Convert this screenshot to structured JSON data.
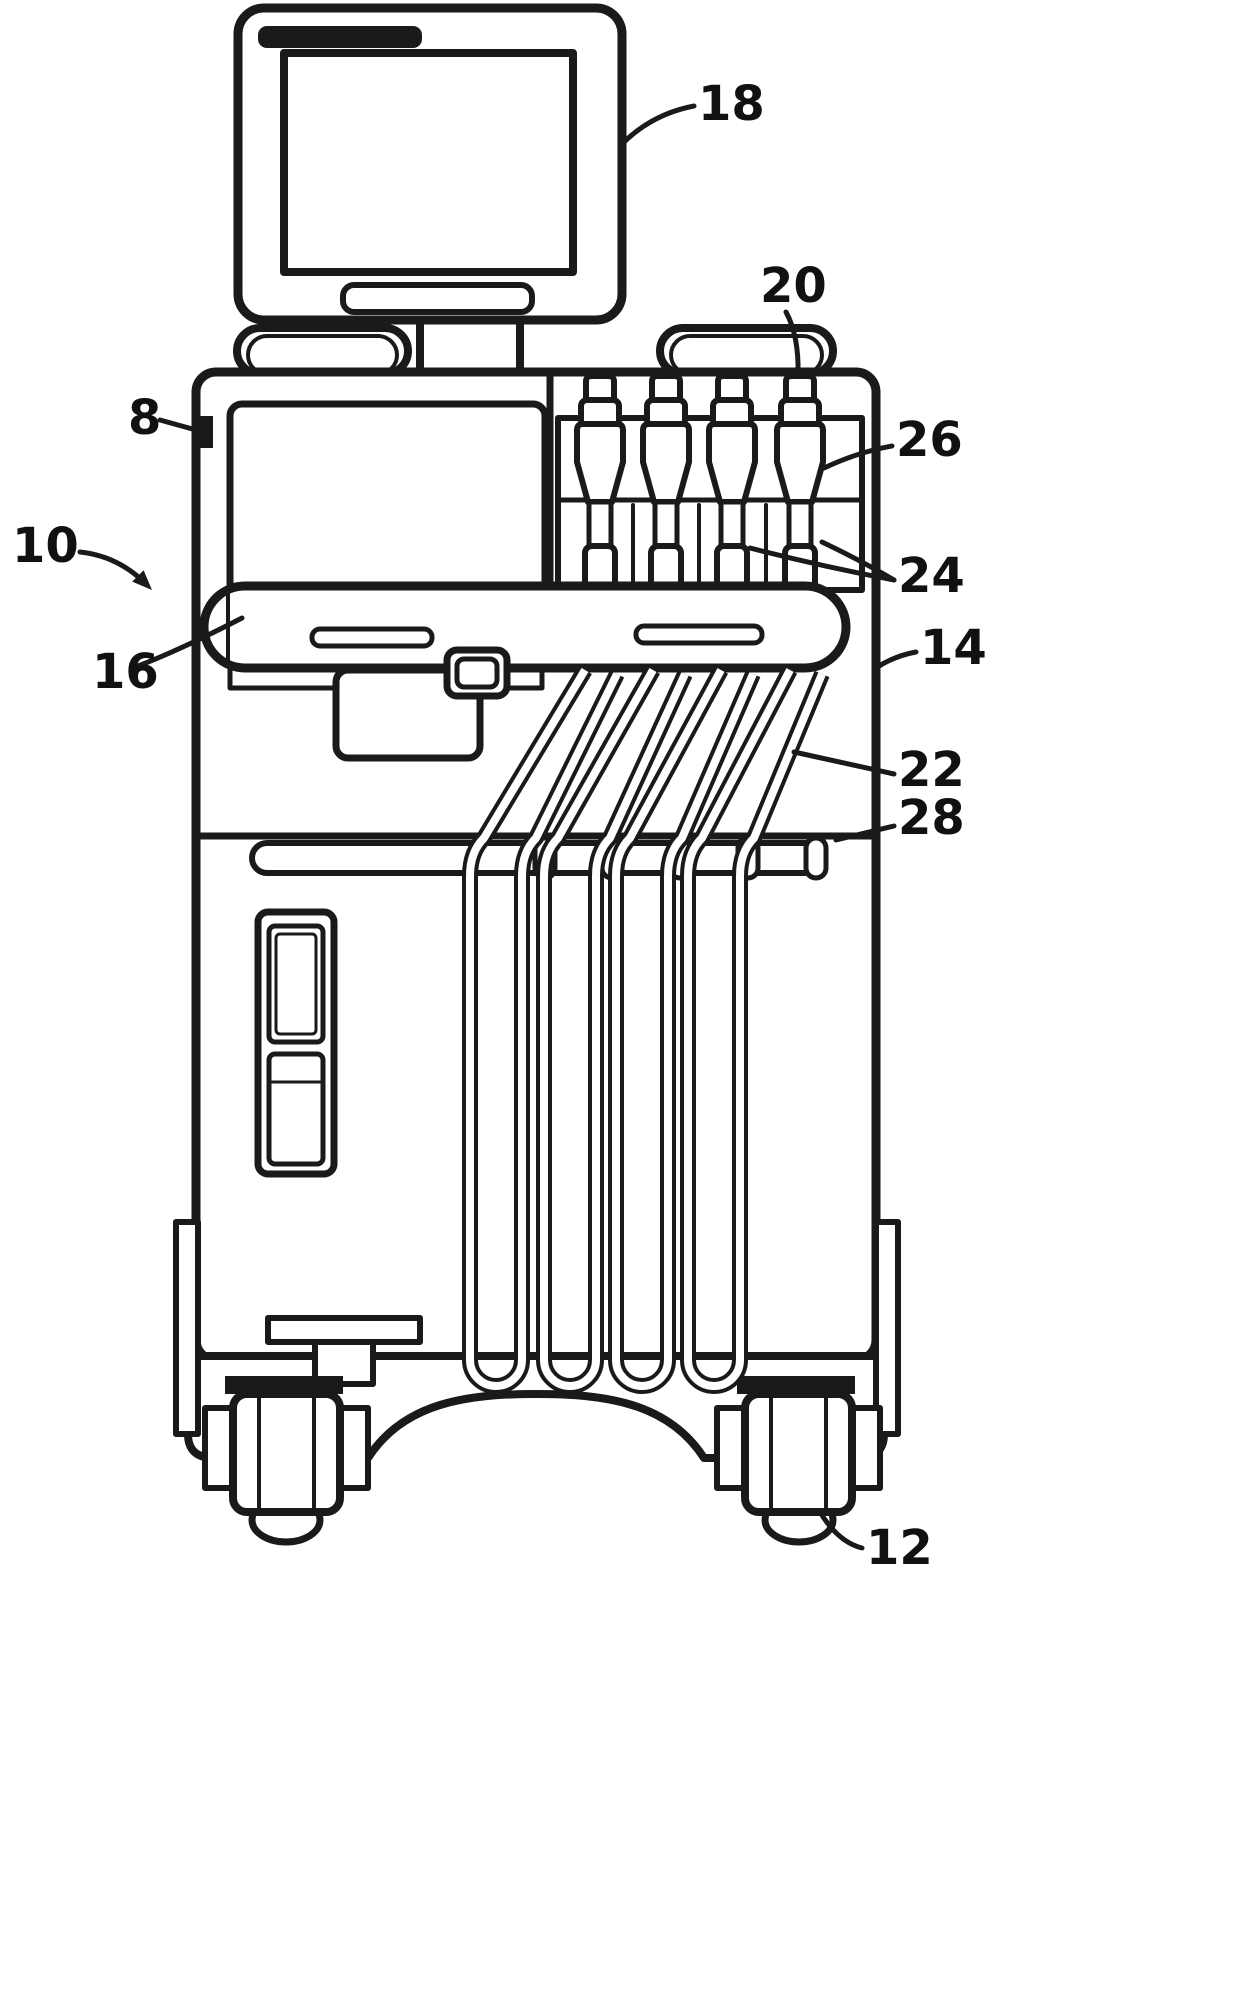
{
  "figure": {
    "colors": {
      "ink": "#1a1a1a",
      "paper": "#ffffff"
    },
    "labels": {
      "n8": "8",
      "n10": "10",
      "n12": "12",
      "n14": "14",
      "n16": "16",
      "n18": "18",
      "n20": "20",
      "n22": "22",
      "n24": "24",
      "n26": "26",
      "n28": "28"
    }
  }
}
